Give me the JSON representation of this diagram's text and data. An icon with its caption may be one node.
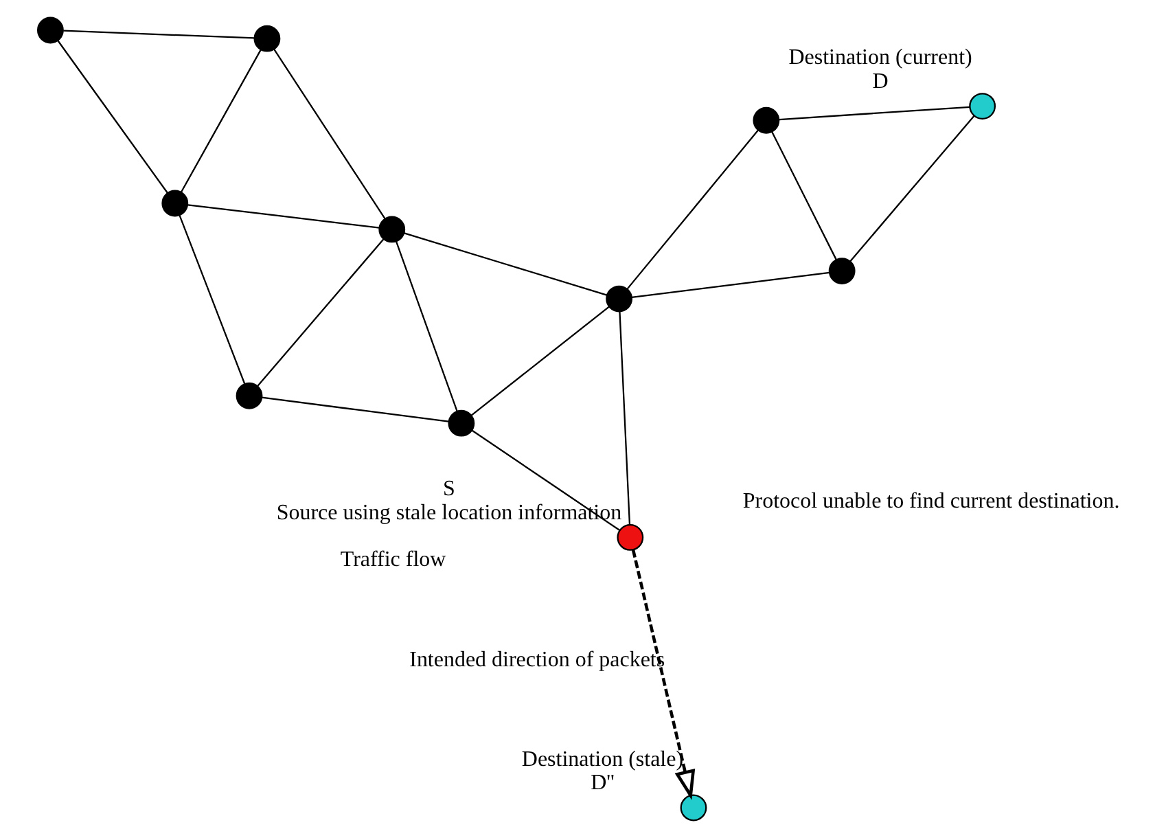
{
  "diagram": {
    "nodes": [
      {
        "text": [],
        "shape": "circle"
      },
      {
        "text": [],
        "shape": "circle",
        "beside": [
          "Destination (stale)",
          "D''"
        ]
      },
      {
        "text": [],
        "shape": "circle"
      },
      {
        "text": [],
        "shape": "circle"
      },
      {
        "text": [],
        "shape": "circle"
      },
      {
        "text": [],
        "shape": "circle"
      },
      {
        "text": [],
        "shape": "circle"
      },
      {
        "text": [],
        "shape": "circle"
      },
      {
        "text": [],
        "shape": "circle"
      },
      {
        "text": [],
        "shape": "circle",
        "beside": [
          "Destination (current)",
          "D"
        ]
      },
      {
        "text": [],
        "shape": "circle",
        "beside": [
          "S",
          "Source using stale location information"
        ]
      },
      {
        "text": [],
        "shape": "circle"
      }
    ],
    "edges": [
      {
        "from": 2,
        "to": 3,
        "arrow": "none"
      },
      {
        "from": 2,
        "to": 6,
        "arrow": "none"
      },
      {
        "from": 2,
        "to": 5,
        "arrow": "none"
      },
      {
        "from": 3,
        "to": 0,
        "arrow": "none"
      },
      {
        "from": 3,
        "to": 5,
        "arrow": "none"
      },
      {
        "from": 3,
        "to": 4,
        "arrow": "none"
      },
      {
        "from": 0,
        "to": 4,
        "arrow": "none"
      },
      {
        "from": 5,
        "to": 4,
        "arrow": "none"
      },
      {
        "from": 6,
        "to": 5,
        "arrow": "none"
      },
      {
        "from": 6,
        "to": 10,
        "arrow": "none"
      },
      {
        "from": 6,
        "to": 7,
        "arrow": "none"
      },
      {
        "from": 5,
        "to": 7,
        "arrow": "none"
      },
      {
        "from": 10,
        "to": 7,
        "arrow": "none"
      },
      {
        "from": 7,
        "to": 8,
        "arrow": "none"
      },
      {
        "from": 7,
        "to": 11,
        "arrow": "none"
      },
      {
        "from": 8,
        "to": 9,
        "arrow": "none"
      },
      {
        "from": 8,
        "to": 11,
        "arrow": "none"
      },
      {
        "from": 11,
        "to": 9,
        "arrow": "none"
      },
      {
        "from": 10,
        "to": 1,
        "arrow": "to",
        "style": "dashed",
        "label": "Intended direction of packets"
      }
    ],
    "labels": [
      "Traffic flow",
      "Protocol unable to find current destination."
    ]
  }
}
